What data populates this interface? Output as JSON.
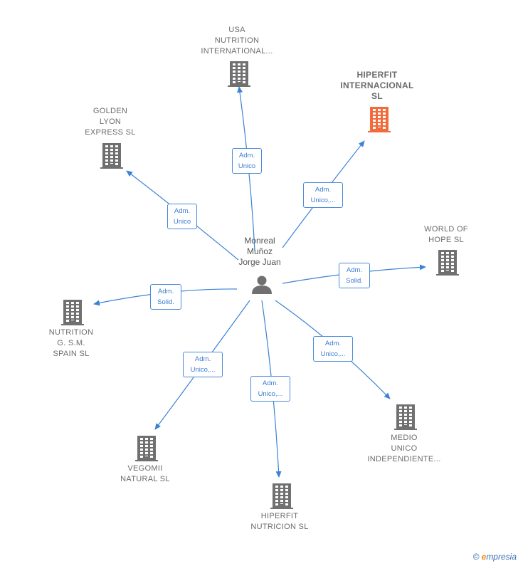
{
  "center": {
    "name": "Monreal\nMuñoz\nJorge Juan",
    "icon": "person-icon"
  },
  "nodes": [
    {
      "id": "usa-nutrition",
      "label": "USA\nNUTRITION\nINTERNATIONAL...",
      "icon": "building-icon",
      "color": "#707070",
      "highlight": false
    },
    {
      "id": "hiperfit-internacional",
      "label": "HIPERFIT\nINTERNACIONAL\nSL",
      "icon": "building-icon",
      "color": "#f26b3a",
      "highlight": true
    },
    {
      "id": "golden-lyon",
      "label": "GOLDEN\nLYON\nEXPRESS  SL",
      "icon": "building-icon",
      "color": "#707070",
      "highlight": false
    },
    {
      "id": "world-of-hope",
      "label": "WORLD OF\nHOPE SL",
      "icon": "building-icon",
      "color": "#707070",
      "highlight": false
    },
    {
      "id": "nutrition-gsm",
      "label": "NUTRITION\nG. S.M.\nSPAIN  SL",
      "icon": "building-icon",
      "color": "#707070",
      "highlight": false
    },
    {
      "id": "medio-unico",
      "label": "MEDIO\nUNICO\nINDEPENDIENTE...",
      "icon": "building-icon",
      "color": "#707070",
      "highlight": false
    },
    {
      "id": "vegomii",
      "label": "VEGOMII\nNATURAL  SL",
      "icon": "building-icon",
      "color": "#707070",
      "highlight": false
    },
    {
      "id": "hiperfit-nutricion",
      "label": "HIPERFIT\nNUTRICION  SL",
      "icon": "building-icon",
      "color": "#707070",
      "highlight": false
    }
  ],
  "edges": [
    {
      "to": "usa-nutrition",
      "label": "Adm.\nUnico"
    },
    {
      "to": "hiperfit-internacional",
      "label": "Adm.\nUnico,..."
    },
    {
      "to": "golden-lyon",
      "label": "Adm.\nUnico"
    },
    {
      "to": "world-of-hope",
      "label": "Adm.\nSolid."
    },
    {
      "to": "nutrition-gsm",
      "label": "Adm.\nSolid."
    },
    {
      "to": "medio-unico",
      "label": "Adm.\nUnico,..."
    },
    {
      "to": "vegomii",
      "label": "Adm.\nUnico,..."
    },
    {
      "to": "hiperfit-nutricion",
      "label": "Adm.\nUnico,..."
    }
  ],
  "colors": {
    "edge": "#3b82d6",
    "building": "#707070",
    "highlight": "#f26b3a",
    "person": "#707070"
  },
  "watermark": {
    "symbol": "©",
    "first_letter": "e",
    "text": "mpresia"
  }
}
